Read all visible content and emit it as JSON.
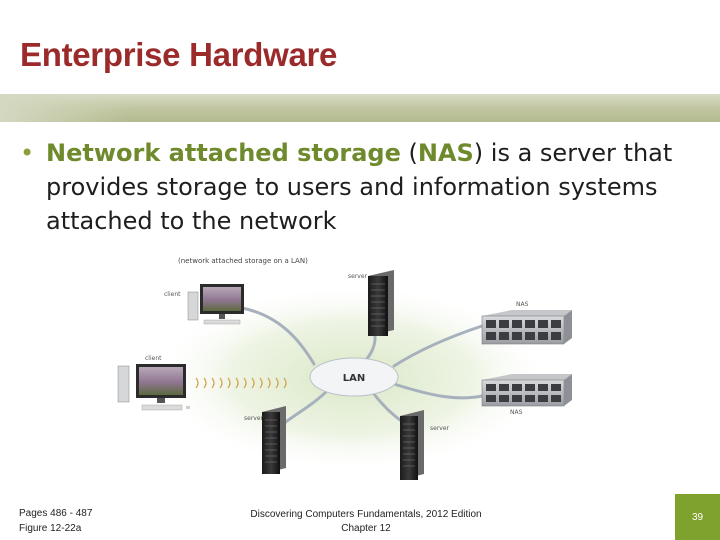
{
  "slide": {
    "title": "Enterprise Hardware",
    "bullet": {
      "term": "Network attached storage",
      "open_paren": " (",
      "abbr": "NAS",
      "rest": ") is a server that provides storage to users and information systems attached to the network"
    }
  },
  "figure": {
    "caption": "(network attached storage on a LAN)",
    "labels": {
      "client_top": "client",
      "client_mid": "client",
      "server_top": "server",
      "server_bottom_left": "server",
      "server_bottom_right": "server",
      "nas_top": "NAS",
      "nas_bottom": "NAS",
      "lan": "LAN"
    }
  },
  "footer": {
    "pages": "Pages 486 - 487",
    "figure_ref": "Figure 12-22a",
    "book": "Discovering Computers Fundamentals, 2012 Edition",
    "chapter": "Chapter 12",
    "page_number": "39"
  },
  "colors": {
    "title": "#9b2b2b",
    "accent": "#7fa12d",
    "highlight": "#6e8a2c"
  }
}
